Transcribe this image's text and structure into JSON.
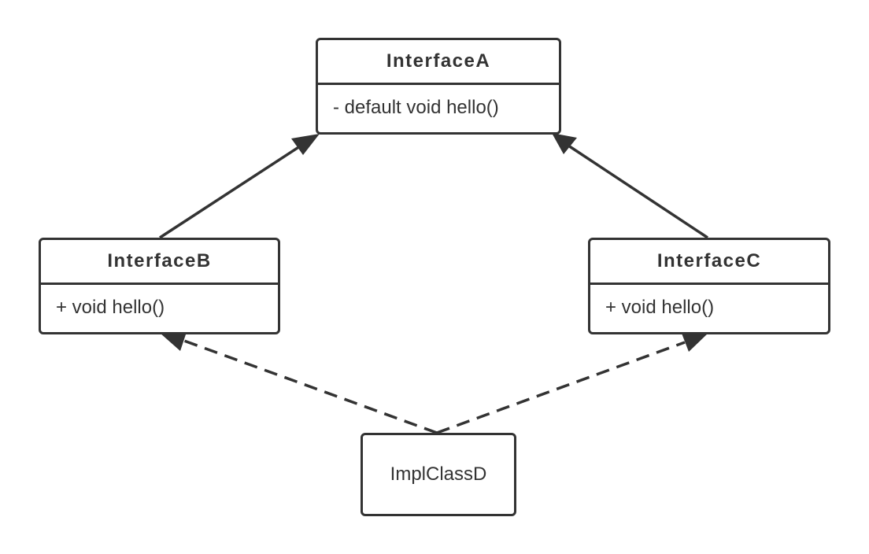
{
  "diagram": {
    "classes": [
      {
        "id": "interface-a",
        "name": "InterfaceA",
        "members": [
          "- default void hello()"
        ]
      },
      {
        "id": "interface-b",
        "name": "InterfaceB",
        "members": [
          "+ void hello()"
        ]
      },
      {
        "id": "interface-c",
        "name": "InterfaceC",
        "members": [
          "+ void hello()"
        ]
      },
      {
        "id": "impl-class-d",
        "name": "ImplClassD",
        "members": []
      }
    ],
    "relations": [
      {
        "from": "InterfaceB",
        "to": "InterfaceA",
        "style": "solid",
        "head": "filled-triangle"
      },
      {
        "from": "InterfaceC",
        "to": "InterfaceA",
        "style": "solid",
        "head": "filled-triangle"
      },
      {
        "from": "ImplClassD",
        "to": "InterfaceB",
        "style": "dashed",
        "head": "filled-triangle"
      },
      {
        "from": "ImplClassD",
        "to": "InterfaceC",
        "style": "dashed",
        "head": "filled-triangle"
      }
    ],
    "colors": {
      "stroke": "#333333",
      "text": "#333333",
      "background": "#ffffff"
    }
  }
}
